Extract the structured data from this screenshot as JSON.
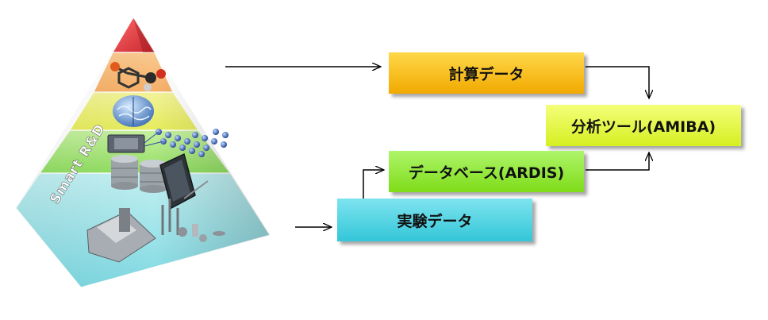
{
  "pyramid": {
    "label": "Smart R&D",
    "colors": {
      "tier1": "#e8383f",
      "tier2": "#f7b36b",
      "tier3": "#eeee6a",
      "tier4": "#9be36a",
      "tier5": "#8fe3e8"
    }
  },
  "boxes": {
    "calc": {
      "label": "計算データ",
      "color_top": "#ffd84a",
      "color_bottom": "#f1a900"
    },
    "amiba": {
      "label": "分析ツール(AMIBA)",
      "color_top": "#f4ff7a",
      "color_bottom": "#d5ef21"
    },
    "ardis": {
      "label": "データベース(ARDIS)",
      "color_top": "#aef56b",
      "color_bottom": "#7fdc18"
    },
    "exp": {
      "label": "実験データ",
      "color_top": "#7ee4ef",
      "color_bottom": "#33c6d8"
    }
  }
}
